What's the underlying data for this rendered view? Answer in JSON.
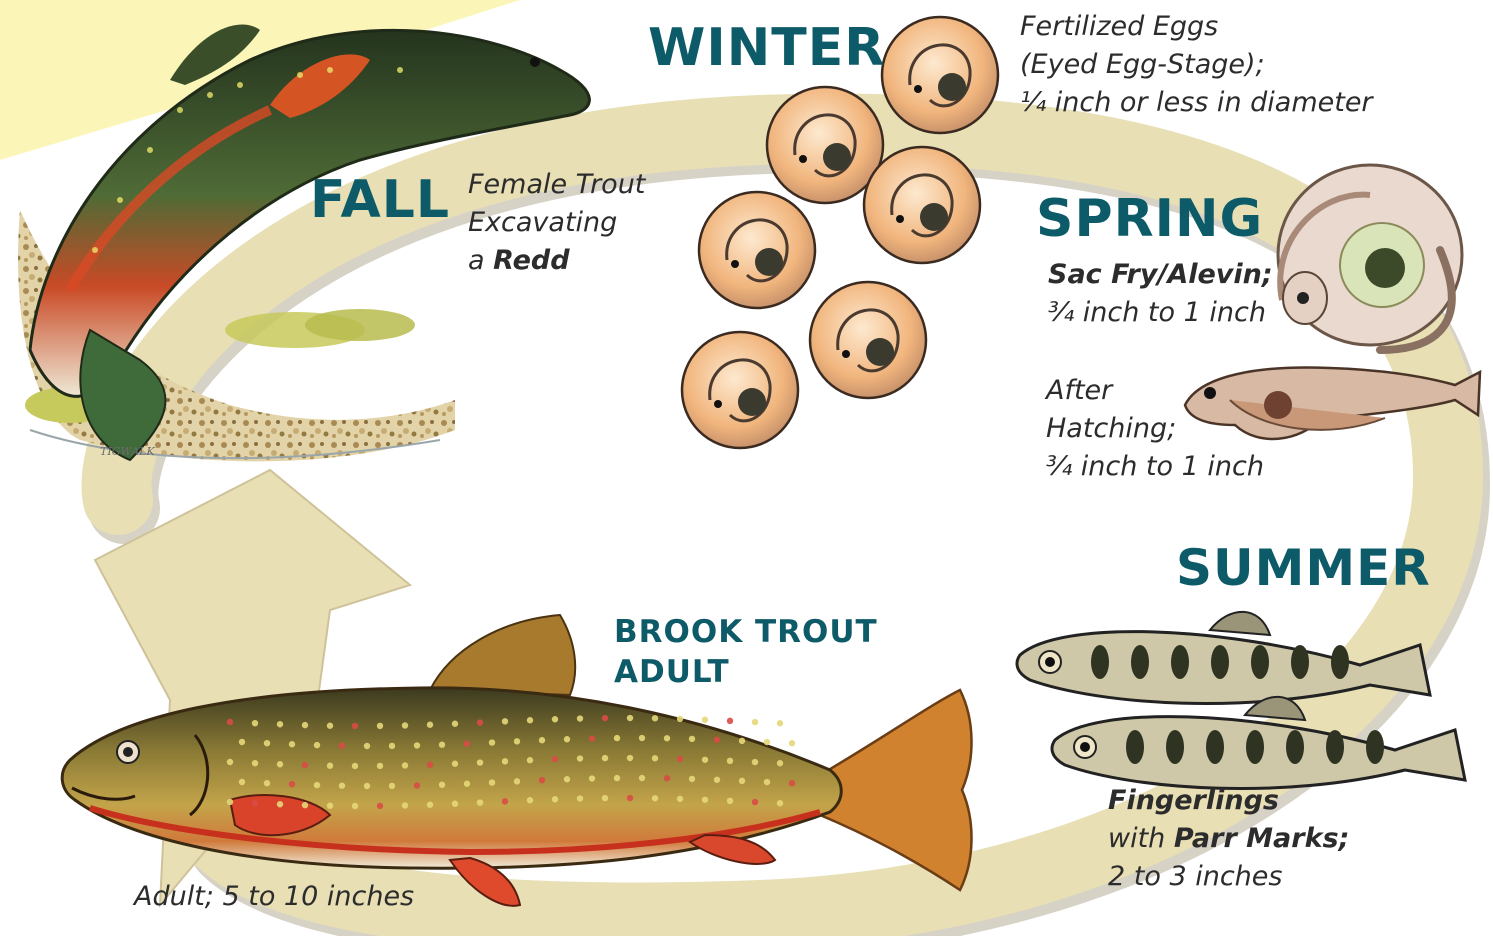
{
  "colors": {
    "title_teal": "#0d5b68",
    "cycle_tan": "#e8dfb5",
    "cycle_shadow": "#b7ad98",
    "corner_yellow": "#fbf6b8",
    "caption_text": "#2c2c2c"
  },
  "seasons": {
    "winter": "WINTER",
    "spring": "SPRING",
    "summer": "SUMMER",
    "fall": "FALL"
  },
  "adult_title": {
    "line1": "BROOK TROUT",
    "line2": "ADULT"
  },
  "captions": {
    "winter": {
      "line1": "Fertilized Eggs",
      "line2": "(Eyed Egg-Stage);",
      "line3": "¼ inch or less in diameter"
    },
    "fall": {
      "line1": "Female Trout",
      "line2": "Excavating",
      "line3_prefix": "a ",
      "line3_bold": "Redd"
    },
    "spring_sac_fry": {
      "bold": "Sac Fry/Alevin;",
      "line2": "¾ inch to 1 inch"
    },
    "spring_after_hatching": {
      "line1": "After",
      "line2": "Hatching;",
      "line3": "¾ inch to 1 inch"
    },
    "summer": {
      "bold": "Fingerlings",
      "line2_prefix": "with ",
      "line2_bold": "Parr Marks;",
      "line3": "2 to 3 inches"
    },
    "adult": "Adult; 5 to 10 inches"
  },
  "illustrations": {
    "fall": "female-trout-digging-redd-illustration",
    "winter": "eyed-eggs-cluster-illustration",
    "spring_sac_fry": "coiled-sac-fry-illustration",
    "spring_after_hatching": "hatched-alevin-illustration",
    "summer": "fingerlings-parr-marks-illustration",
    "adult": "adult-brook-trout-illustration"
  },
  "artist_signature": "TIGWALK"
}
